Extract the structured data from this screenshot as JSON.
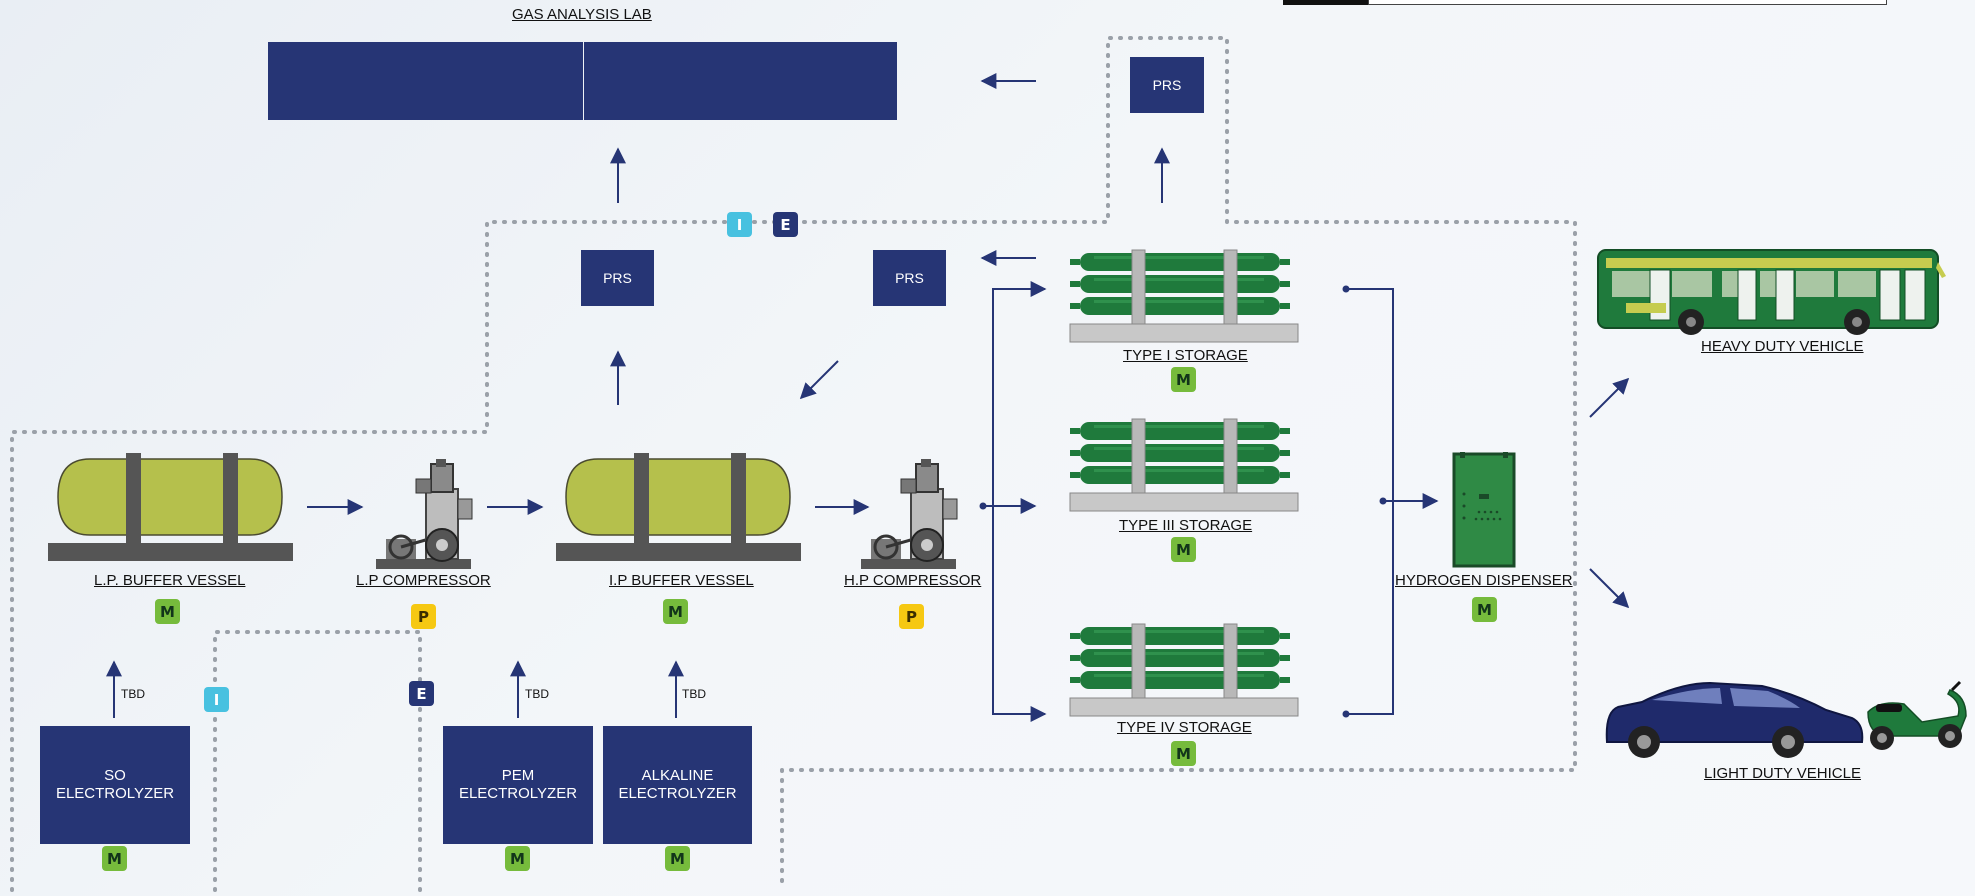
{
  "lab": {
    "title": "GAS ANALYSIS LAB"
  },
  "prs": {
    "top": "PRS",
    "mid_left": "PRS",
    "mid_right": "PRS"
  },
  "equipment": {
    "lp_buffer": "L.P. BUFFER VESSEL",
    "lp_compressor": "L.P COMPRESSOR",
    "ip_buffer": "I.P BUFFER VESSEL",
    "hp_compressor": "H.P COMPRESSOR",
    "dispenser": "HYDROGEN DISPENSER"
  },
  "storage": {
    "type1": "TYPE I STORAGE",
    "type3": "TYPE III STORAGE",
    "type4": "TYPE IV STORAGE"
  },
  "electrolyzers": {
    "so": [
      "SO",
      "ELECTROLYZER"
    ],
    "pem": [
      "PEM",
      "ELECTROLYZER"
    ],
    "alkaline": [
      "ALKALINE",
      "ELECTROLYZER"
    ],
    "tbd": "TBD"
  },
  "vehicles": {
    "heavy": "HEAVY DUTY VEHICLE",
    "light": "LIGHT DUTY VEHICLE"
  },
  "badges": {
    "m": "M",
    "p": "P",
    "i": "I",
    "e": "E"
  },
  "colors": {
    "navy": "#263575",
    "tank_yellow": "#b5c04c",
    "cylinder_green": "#1f7a3c",
    "badge_green": "#76bb3c",
    "badge_yellow": "#f6c812",
    "badge_cyan": "#48c1e0",
    "dotted_border": "#9aa0a8"
  },
  "icons": [
    "buffer-vessel-icon",
    "compressor-icon",
    "cylinder-rack-icon",
    "dispenser-icon",
    "bus-icon",
    "car-icon",
    "scooter-icon"
  ]
}
